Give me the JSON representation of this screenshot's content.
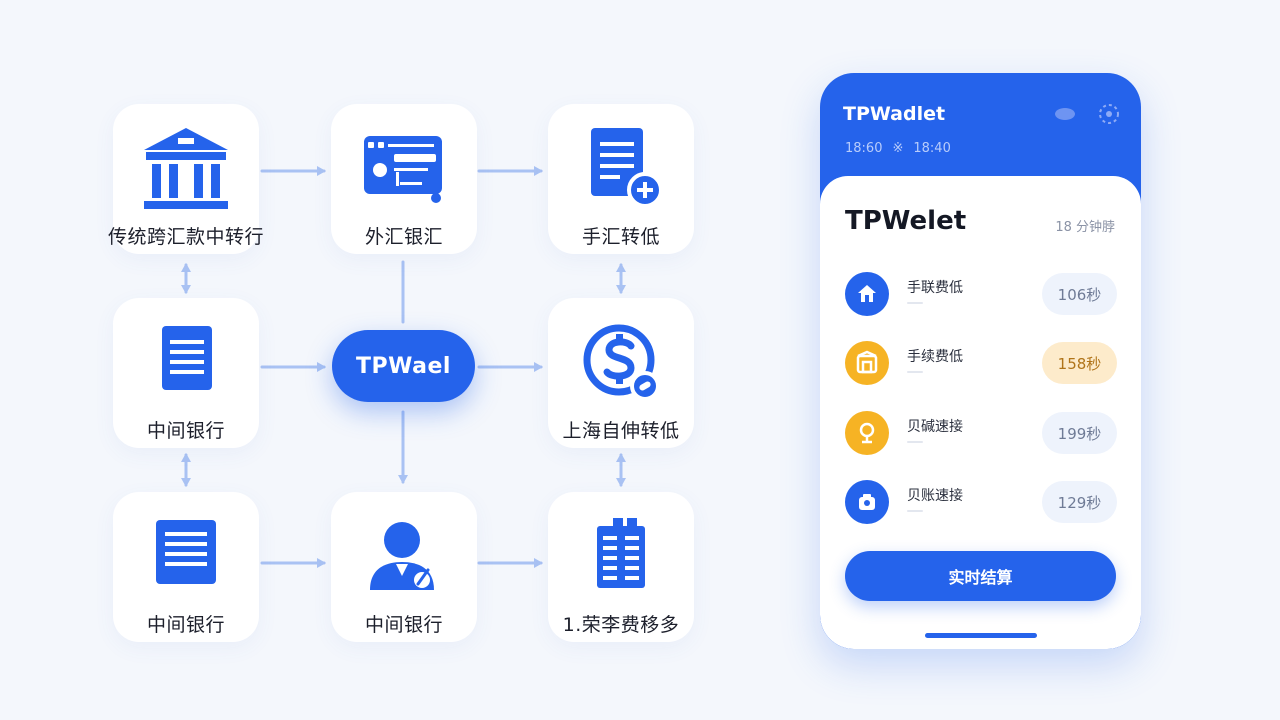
{
  "colors": {
    "primary": "#2563eb",
    "arrow": "#a9c2f3",
    "background": "#f4f7fc",
    "warm_badge": "#fdebcb",
    "amber_icon": "#f6b324"
  },
  "diagram": {
    "hub_label": "TPWael",
    "nodes": [
      {
        "label": "传统跨汇款中转行",
        "icon": "bank-icon"
      },
      {
        "label": "外汇银汇",
        "icon": "card-terminal-icon"
      },
      {
        "label": "手汇转低",
        "icon": "document-plus-icon"
      },
      {
        "label": "中间银行",
        "icon": "document-icon"
      },
      {
        "label": "上海自伸转低",
        "icon": "dollar-coin-icon"
      },
      {
        "label": "中间银行",
        "icon": "document-icon"
      },
      {
        "label": "中间银行",
        "icon": "user-agent-icon"
      },
      {
        "label": "1.荣李费移多",
        "icon": "building-icon"
      }
    ]
  },
  "phone": {
    "brand": "TPWadlet",
    "time_left": "18:60",
    "time_sep": "※",
    "time_right": "18:40",
    "title": "TPWelet",
    "meta": "18 分钟脖",
    "rows": [
      {
        "label": "手联费低",
        "value": "106秒",
        "icon": "home-icon"
      },
      {
        "label": "手续费低",
        "value": "158秒",
        "icon": "shop-icon"
      },
      {
        "label": "贝碱速接",
        "value": "199秒",
        "icon": "location-icon"
      },
      {
        "label": "贝账速接",
        "value": "129秒",
        "icon": "wallet-icon"
      }
    ],
    "cta_label": "实时结算"
  }
}
